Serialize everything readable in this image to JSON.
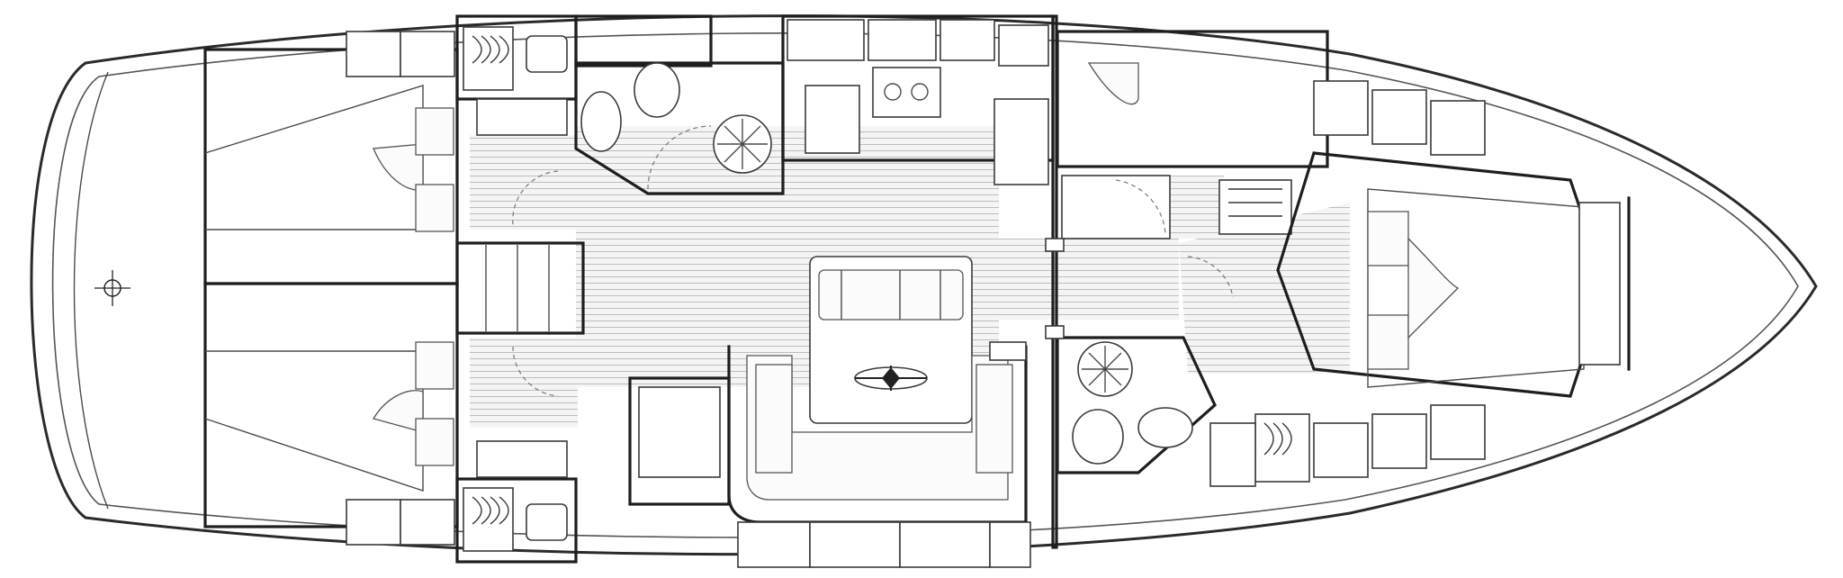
{
  "diagram": {
    "title": "",
    "labels": [],
    "colors": {
      "line": "#1e1e1e",
      "floor_plank": "#cfcfcf",
      "background": "#ffffff"
    },
    "spaces": [
      "aft-cabin-port",
      "aft-cabin-starboard",
      "aft-head-port",
      "aft-head-starboard",
      "saloon",
      "galley",
      "nav-station",
      "forward-head",
      "forward-cabin"
    ],
    "symbols": [
      "compass-rose",
      "helm-cross",
      "cooktop",
      "toilet",
      "washbasin",
      "shower-drain"
    ]
  }
}
